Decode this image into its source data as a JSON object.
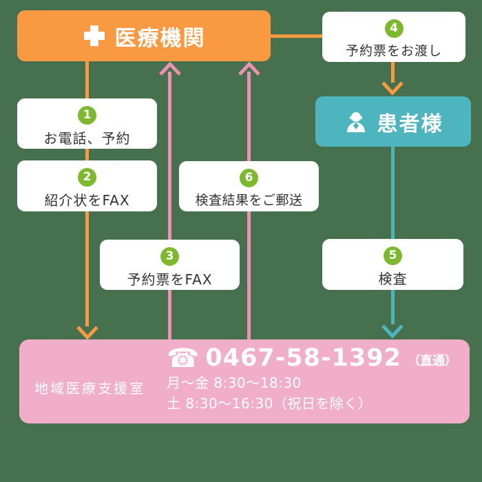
{
  "diagram": {
    "medical": {
      "label": "医療機関"
    },
    "patient": {
      "label": "患者様"
    },
    "steps": [
      {
        "number": "1",
        "label": "お電話、予約"
      },
      {
        "number": "2",
        "label": "紹介状をFAX"
      },
      {
        "number": "3",
        "label": "予約票をFAX"
      },
      {
        "number": "4",
        "label": "予約票をお渡し"
      },
      {
        "number": "5",
        "label": "検査"
      },
      {
        "number": "6",
        "label": "検査結果をご郵送"
      }
    ],
    "support_office": {
      "label": "地域医療支援室",
      "phone_icon_glyph": "☎",
      "phone": "0467-58-1392",
      "phone_note": "（直通）",
      "hours_weekday": "月～金 8:30～18:30",
      "hours_saturday": "土 8:30～16:30（祝日を除く）"
    },
    "icons": {
      "medical": "cross-icon",
      "patient": "person-icon",
      "phone": "phone-icon",
      "arrows": [
        "arrow-down-icon",
        "arrow-up-icon"
      ]
    },
    "colors": {
      "background": "#46704e",
      "orange": "#f99a43",
      "teal": "#4db5bd",
      "pink_line": "#ee91b5",
      "pink_box": "#f1aec8",
      "green_badge": "#7cb92e",
      "card_text": "#333333"
    }
  }
}
